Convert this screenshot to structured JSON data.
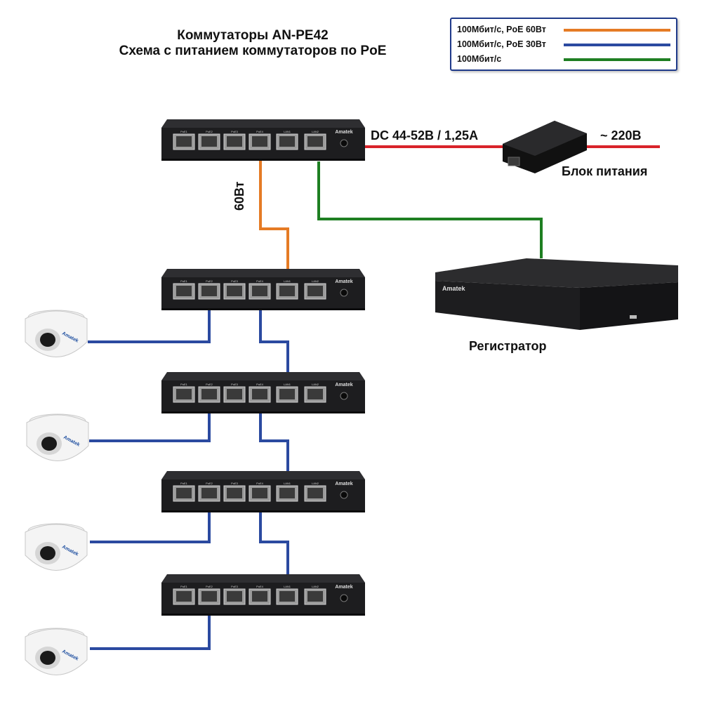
{
  "title": {
    "line1": "Коммутаторы AN-PE42",
    "line2": "Схема с питанием коммутаторов по PoE"
  },
  "legend": [
    {
      "label": "100Мбит/с, PoE 60Вт",
      "color": "#e57b25"
    },
    {
      "label": "100Мбит/с, PoE 30Вт",
      "color": "#2b4aa0"
    },
    {
      "label": "100Мбит/с",
      "color": "#1e7f22"
    }
  ],
  "labels": {
    "dc_input": "DC 44-52В / 1,25А",
    "mains": "~ 220В",
    "power_supply": "Блок питания",
    "recorder": "Регистратор",
    "poe_60w": "60Вт"
  },
  "devices": {
    "switch_brand": "Amatek",
    "recorder_brand": "Amatek",
    "camera_brand": "Amatek",
    "port_labels": [
      "PoE1",
      "PoE2",
      "PoE3",
      "PoE4",
      "LAN1",
      "LAN2"
    ]
  },
  "colors": {
    "poe60": "#e57b25",
    "poe30": "#2b4aa0",
    "lan": "#1e7f22",
    "power": "#d9232a",
    "device": "#1d1d1f"
  }
}
